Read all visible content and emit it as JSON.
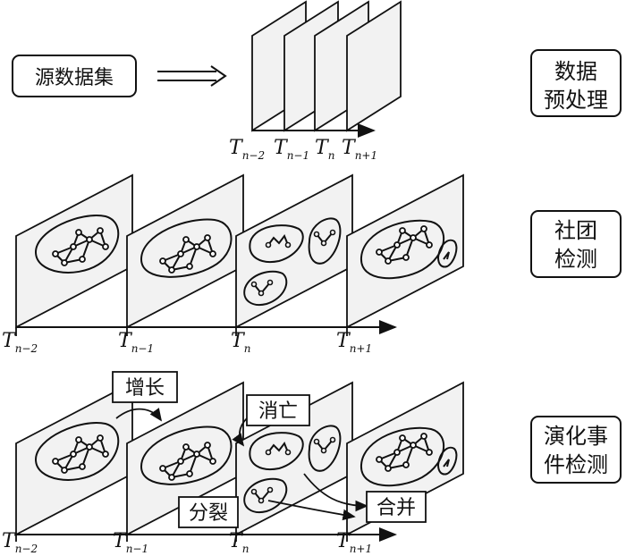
{
  "top": {
    "source_label": "源数据集",
    "side_label_line1": "数据",
    "side_label_line2": "预处理",
    "time_labels": [
      {
        "main": "T",
        "sub": "n−2"
      },
      {
        "main": "T",
        "sub": "n−1"
      },
      {
        "main": "T",
        "sub": "n"
      },
      {
        "main": "T",
        "sub": "n+1"
      }
    ]
  },
  "middle": {
    "side_label_line1": "社团",
    "side_label_line2": "检测",
    "time_labels": [
      {
        "main": "T",
        "sub": "n−2"
      },
      {
        "main": "T",
        "sub": "n−1"
      },
      {
        "main": "T",
        "sub": "n"
      },
      {
        "main": "T",
        "sub": "n+1"
      }
    ]
  },
  "bottom": {
    "side_label_line1": "演化事",
    "side_label_line2": "件检测",
    "events": {
      "grow": "增长",
      "vanish": "消亡",
      "split": "分裂",
      "merge": "合并"
    },
    "time_labels": [
      {
        "main": "T",
        "sub": "n−2"
      },
      {
        "main": "T",
        "sub": "n−1"
      },
      {
        "main": "T",
        "sub": "n"
      },
      {
        "main": "T",
        "sub": "n+1"
      }
    ]
  }
}
